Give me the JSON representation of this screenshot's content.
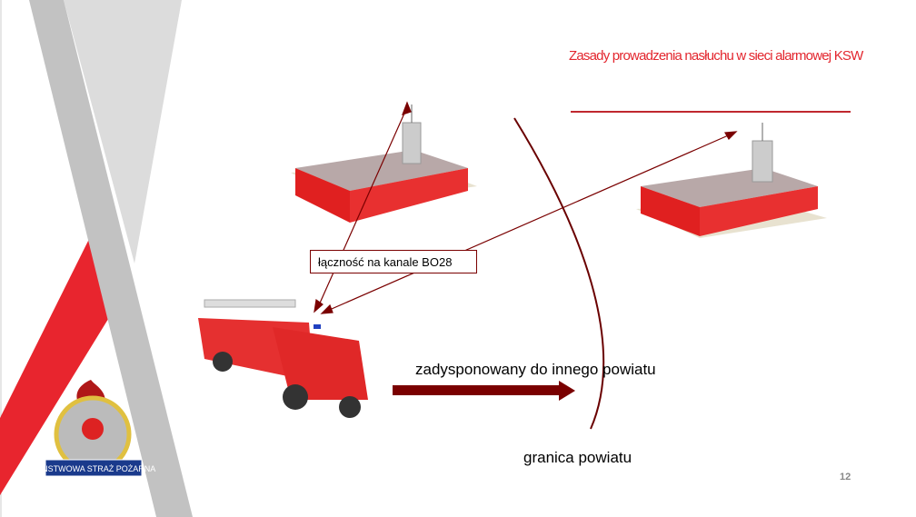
{
  "slide": {
    "title": "Zasady prowadzenia nasłuchu w sieci alarmowej KSW",
    "channel_label": "łączność na kanale BO28",
    "dispatch_label": "zadysponowany do innego powiatu",
    "border_label": "granica powiatu",
    "page_number": "12",
    "logo_text": "PAŃSTWOWA STRAŻ POŻARNA"
  },
  "colors": {
    "accent": "#e3262e",
    "arrow": "#7a0000",
    "grey": "#c4c4c4"
  }
}
